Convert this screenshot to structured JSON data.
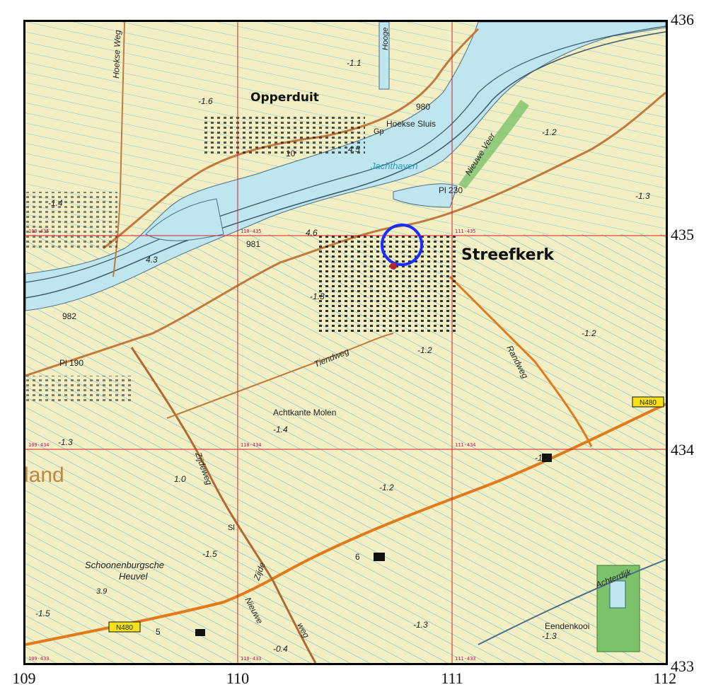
{
  "map": {
    "colors": {
      "land": "#f3efc4",
      "water": "#bfe6ee",
      "ditch": "#2aa6c4",
      "grid": "#d21f2a",
      "road_main": "#e07a1a",
      "road_minor": "#c27a3c",
      "marker": "#1a2cff",
      "built": "#111111",
      "greenery": "#7cc26a"
    },
    "coordinates": {
      "x": [
        "109",
        "110",
        "111",
        "112"
      ],
      "y": [
        "436",
        "435",
        "434",
        "433"
      ]
    },
    "grid_labels": [
      "109-435",
      "110-435",
      "111-435",
      "109-434",
      "110-434",
      "111-434",
      "109-433",
      "110-433",
      "111-433"
    ],
    "places": {
      "opperduit": "Opperduit",
      "streefkerk": "Streefkerk",
      "hoekse_sluis": "Hoekse Sluis",
      "jachthaven": "Jachthaven",
      "achtkante_molen": "Achtkante Molen",
      "schoonenburgsche": "Schoonenburgsche",
      "heuvel": "Heuvel",
      "eendenkooi": "Eendenkooi",
      "land_fragment": "land",
      "gp": "Gp",
      "sl": "Sl"
    },
    "roads": {
      "hoekse_weg": "Hoekse Weg",
      "nieuwe_veer": "Nieuwe Veer",
      "tiendweg": "Tiendweg",
      "randweg": "Randweg",
      "zijdeweg": "Zijdeweg",
      "zijde": "Zijde",
      "nieuwe": "Nieuwe",
      "weg": "weg",
      "achterdijk": "Achterdijk",
      "hooge": "Hooge",
      "n480_a": "N480",
      "n480_b": "N480"
    },
    "numbers": {
      "h_982": "982",
      "h_981": "981",
      "h_980": "980",
      "h_10": "10",
      "h_45": "4.5",
      "h_46": "4.6",
      "h_43": "4.3",
      "pl_190": "Pl 190",
      "pl_230": "Pl 230",
      "e_m11": "-1.1",
      "e_m16": "-1.6",
      "e_m14": "-1.4",
      "e_m12a": "-1.2",
      "e_m13a": "-1.3",
      "e_m13b": "-1.3",
      "e_m12b": "-1.2",
      "e_m12c": "-1.2",
      "e_m13c": "-1.3",
      "e_m14b": "-1.4",
      "e_10": "1.0",
      "e_m12d": "-1.2",
      "e_m12e": "-1.2",
      "e_m15a": "-1.5",
      "e_39": "3.9",
      "e_m15b": "-1.5",
      "e_5": "5",
      "e_6": "6",
      "e_m04": "-0.4",
      "e_m13d": "-1.3",
      "e_m13e": "-1.3"
    }
  }
}
